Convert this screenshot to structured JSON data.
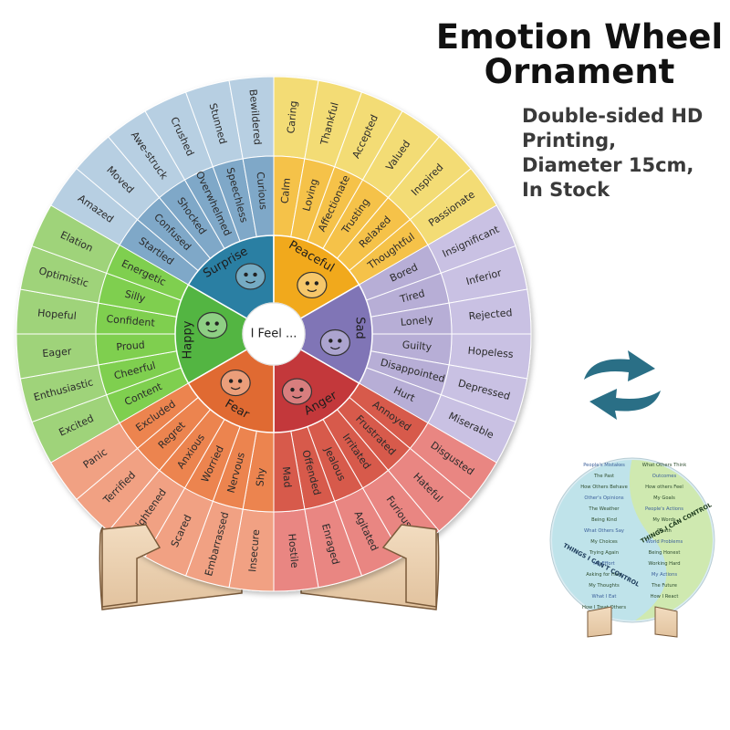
{
  "heading": {
    "title_line1": "Emotion Wheel",
    "title_line2": "Ornament",
    "features": [
      "Double-sided HD",
      "Printing,",
      "Diameter 15cm,",
      "In Stock"
    ]
  },
  "wheel": {
    "center_text": "I Feel ...",
    "core": [
      {
        "label": "Happy",
        "color": "#52b542"
      },
      {
        "label": "Surprise",
        "color": "#2c7fa3"
      },
      {
        "label": "Peaceful",
        "color": "#f1a91b"
      },
      {
        "label": "Sad",
        "color": "#8074b6"
      },
      {
        "label": "Anger",
        "color": "#c3393a"
      },
      {
        "label": "Fear",
        "color": "#e06a33"
      }
    ],
    "middle": [
      [
        "Content",
        "Cheerful",
        "Proud",
        "Confident",
        "Silly",
        "Energetic"
      ],
      [
        "Startled",
        "Confused",
        "Shocked",
        "Overwhelmed",
        "Speechless",
        "Curious"
      ],
      [
        "Calm",
        "Loving",
        "Affectionate",
        "Trusting",
        "Relaxed",
        "Thoughtful"
      ],
      [
        "Bored",
        "Tired",
        "Lonely",
        "Guilty",
        "Disappointed",
        "Hurt"
      ],
      [
        "Annoyed",
        "Frustrated",
        "Irritated",
        "Jealous",
        "Offended",
        "Mad"
      ],
      [
        "Shy",
        "Nervous",
        "Worried",
        "Anxious",
        "Regret",
        "Excluded"
      ]
    ],
    "outer": [
      [
        "Excited",
        "Enthusiastic",
        "Eager",
        "Hopeful",
        "Optimistic",
        "Elation"
      ],
      [
        "Amazed",
        "Moved",
        "Awe-struck",
        "Crushed",
        "Stunned",
        "Bewildered"
      ],
      [
        "Caring",
        "Thankful",
        "Accepted",
        "Valued",
        "Inspired",
        "Passionate"
      ],
      [
        "Insignificant",
        "Inferior",
        "Rejected",
        "Hopeless",
        "Depressed",
        "Miserable"
      ],
      [
        "Disgusted",
        "Hateful",
        "Furious",
        "Agitated",
        "Enraged",
        "Hostile"
      ],
      [
        "Insecure",
        "Embarrassed",
        "Scared",
        "Frightened",
        "Terrified",
        "Panic"
      ]
    ],
    "colors": {
      "middle": [
        "#7fcf4f",
        "#7fa8c8",
        "#f5c24a",
        "#b7aed6",
        "#d75a4b",
        "#ec8450"
      ],
      "outer": [
        "#9fd37a",
        "#b7cfe2",
        "#f3dc74",
        "#c9c1e3",
        "#e98682",
        "#f1a183"
      ]
    }
  },
  "back_side": {
    "ring_title_1": "THINGS I CAN CONTROL",
    "ring_title_2": "THINGS I CAN'T CONTROL",
    "items": [
      "People's Mistakes",
      "What Others Think",
      "The Past",
      "Outcomes",
      "How Others Behave",
      "How others Feel",
      "Other's Opinions",
      "My Goals",
      "The Weather",
      "People's Actions",
      "Being Kind",
      "My Words",
      "What Others Say",
      "Death",
      "My Choices",
      "World Problems",
      "Trying Again",
      "Being Honest",
      "My Effort",
      "Working Hard",
      "Asking for Help",
      "My Actions",
      "My Thoughts",
      "The Future",
      "What I Eat",
      "How I React",
      "How I Treat Others"
    ]
  }
}
